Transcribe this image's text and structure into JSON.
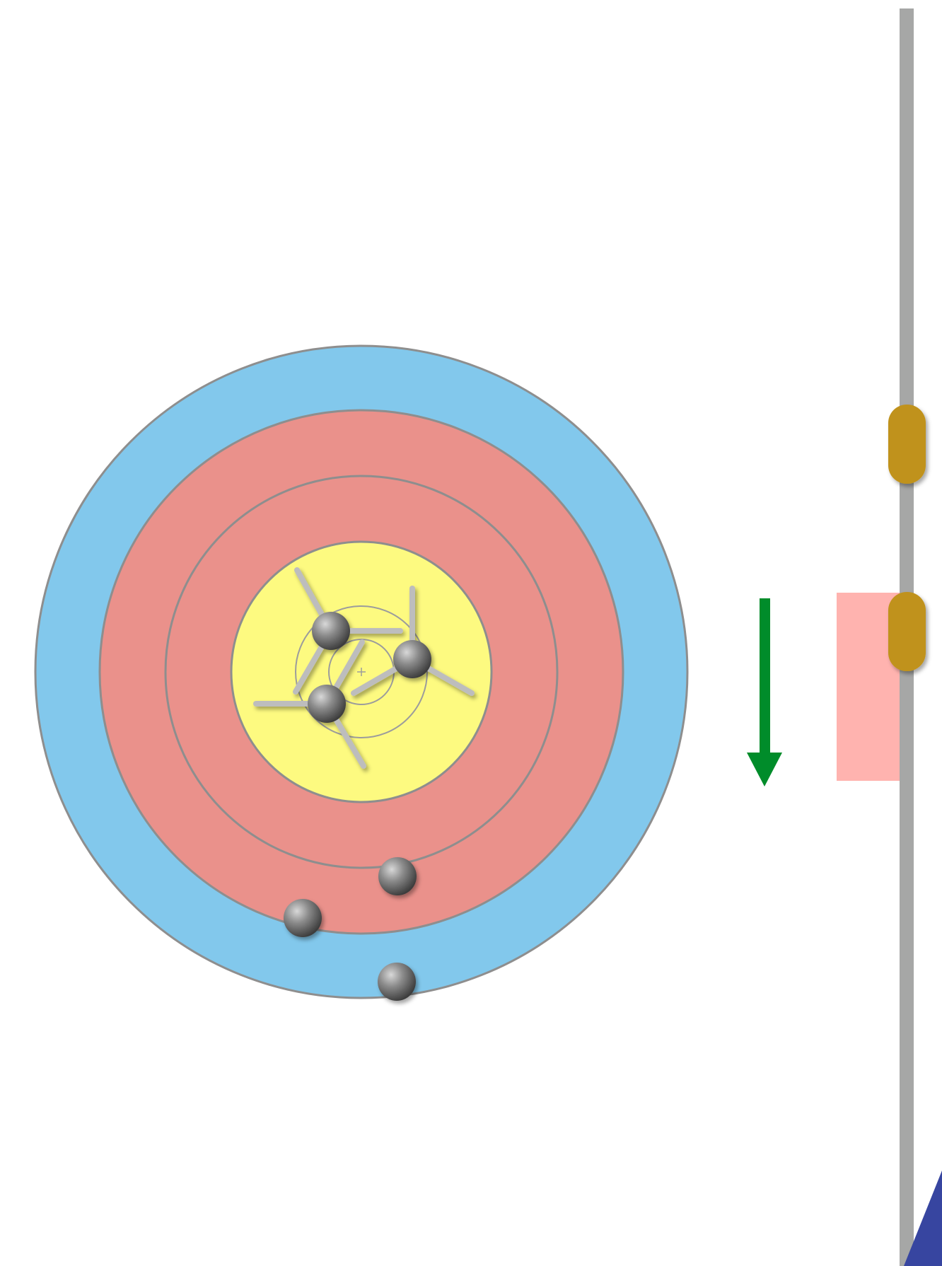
{
  "target": {
    "rings": [
      {
        "name": "blue",
        "color": "#82C8EC"
      },
      {
        "name": "red",
        "color": "#EA918B"
      },
      {
        "name": "red",
        "color": "#EA918B"
      },
      {
        "name": "yellow",
        "color": "#FDFA80"
      }
    ],
    "ring_stroke": "#8E8E8E",
    "arrows_in_gold": 3,
    "arrows_outside_gold": 3
  },
  "direction_arrow": {
    "direction": "down",
    "color": "#008C2A"
  },
  "sight": {
    "bar_color": "#A6A7A6",
    "pin_color": "#C0921D",
    "pin_count": 2,
    "highlight_color": "#FFB3AF"
  },
  "corner_shape_color": "#3745A0"
}
